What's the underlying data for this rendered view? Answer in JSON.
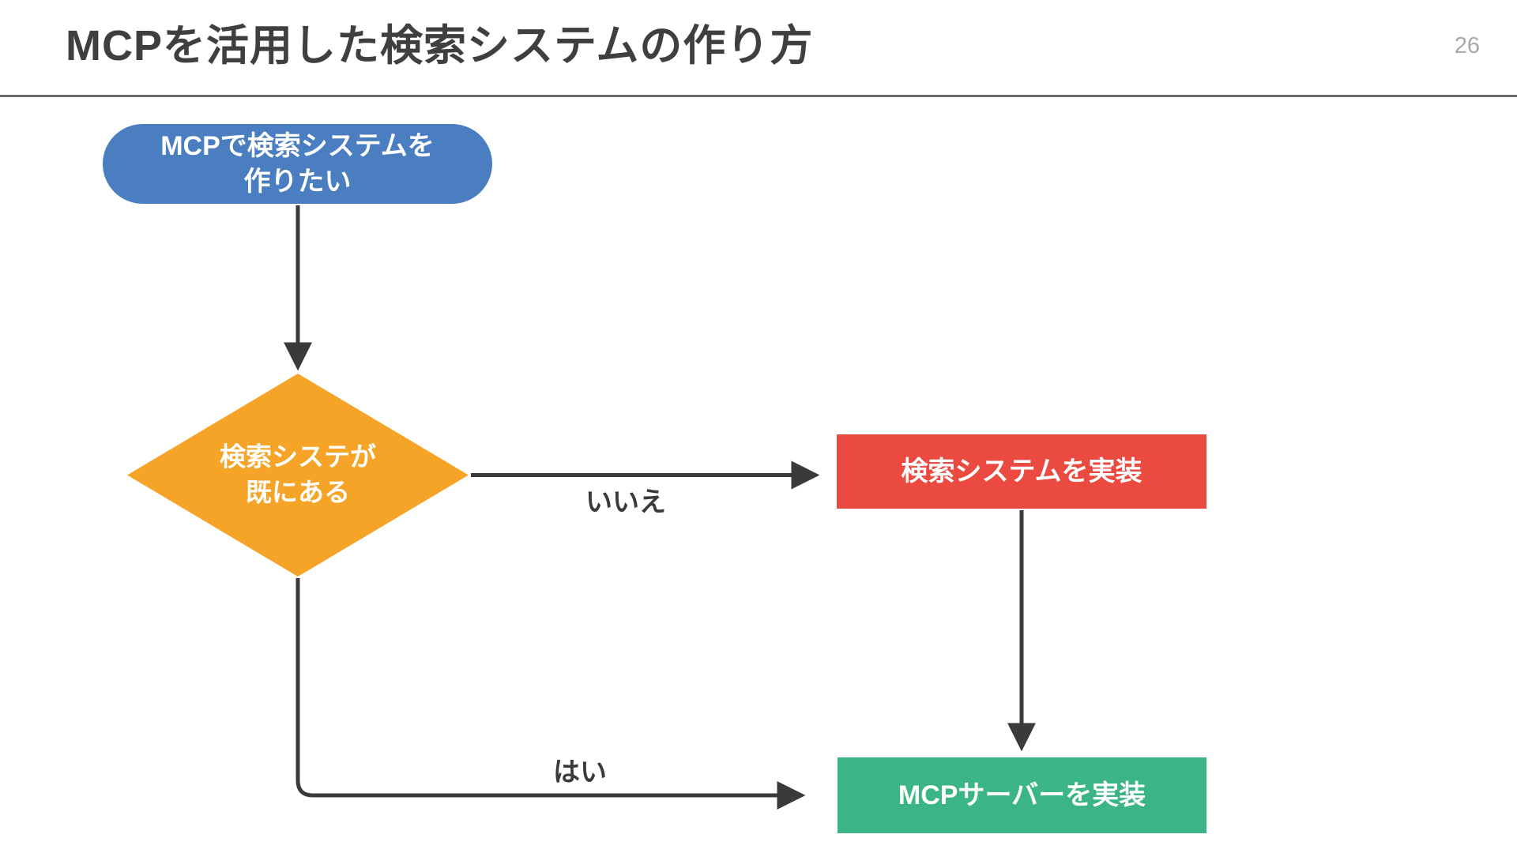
{
  "header": {
    "title": "MCPを活用した検索システムの作り方",
    "page_number": "26"
  },
  "flowchart": {
    "nodes": {
      "start": {
        "label": "MCPで検索システムを\n作りたい",
        "color": "#4a7ec1"
      },
      "decision": {
        "label": "検索システが\n既にある",
        "color": "#f6a428"
      },
      "search": {
        "label": "検索システムを実装",
        "color": "#ea4a40"
      },
      "mcp": {
        "label": "MCPサーバーを実装",
        "color": "#3cb586"
      }
    },
    "edges": {
      "no_label": "いいえ",
      "yes_label": "はい"
    },
    "arrow_color": "#3a3a3a"
  }
}
